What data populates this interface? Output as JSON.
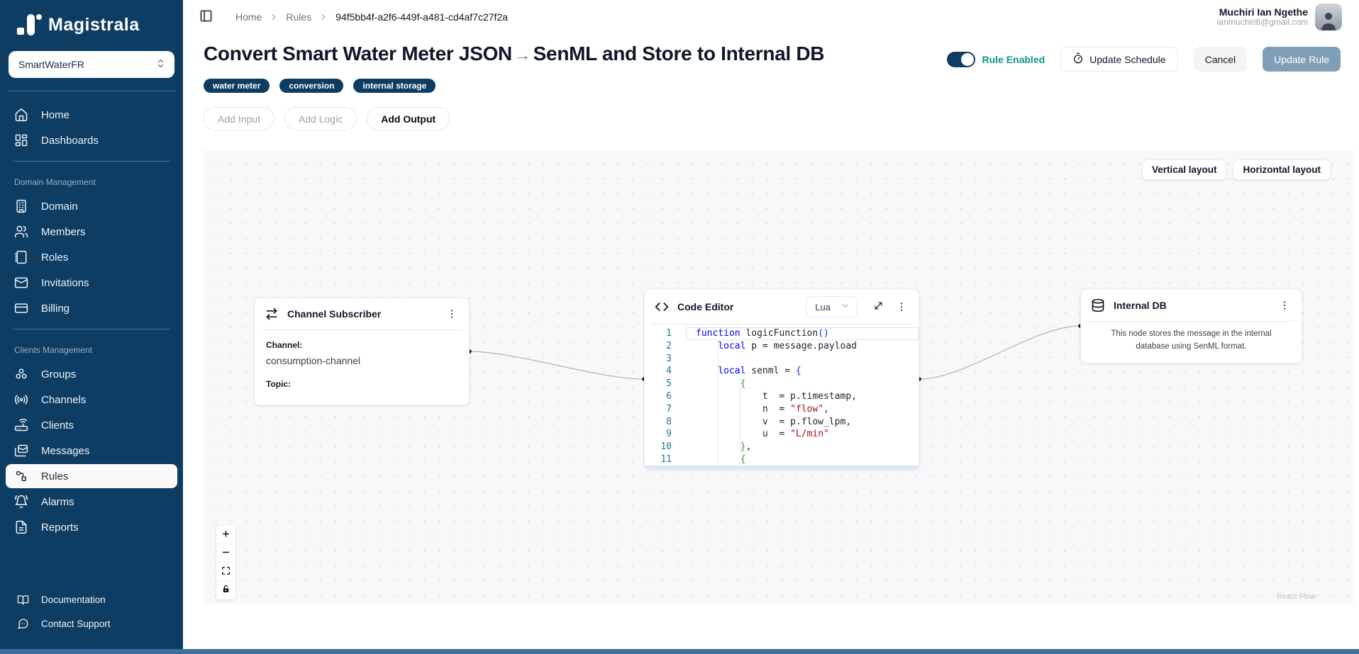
{
  "brand": {
    "name": "Magistrala"
  },
  "workspace": {
    "selected": "SmartWaterFR"
  },
  "colors": {
    "navy": "#0d3d63",
    "teal": "#0d9488",
    "primary_muted": "#7f9fb8",
    "strip": "#3c6f9d",
    "edge": "#b1b1b7",
    "handle": "#1a192b"
  },
  "sidebar": {
    "sections": [
      {
        "label": "",
        "items": [
          {
            "label": "Home",
            "icon": "home",
            "active": false
          },
          {
            "label": "Dashboards",
            "icon": "dashboards",
            "active": false
          }
        ]
      },
      {
        "label": "Domain Management",
        "items": [
          {
            "label": "Domain",
            "icon": "building",
            "active": false
          },
          {
            "label": "Members",
            "icon": "users",
            "active": false
          },
          {
            "label": "Roles",
            "icon": "notebook",
            "active": false
          },
          {
            "label": "Invitations",
            "icon": "mail",
            "active": false
          },
          {
            "label": "Billing",
            "icon": "credit-card",
            "active": false
          }
        ]
      },
      {
        "label": "Clients Management",
        "items": [
          {
            "label": "Groups",
            "icon": "groups",
            "active": false
          },
          {
            "label": "Channels",
            "icon": "radio",
            "active": false
          },
          {
            "label": "Clients",
            "icon": "router",
            "active": false
          },
          {
            "label": "Messages",
            "icon": "mails",
            "active": false
          },
          {
            "label": "Rules",
            "icon": "workflow",
            "active": true
          },
          {
            "label": "Alarms",
            "icon": "bell",
            "active": false
          },
          {
            "label": "Reports",
            "icon": "file-text",
            "active": false
          }
        ]
      }
    ],
    "footer_items": [
      {
        "label": "Documentation",
        "icon": "book-open"
      },
      {
        "label": "Contact Support",
        "icon": "message-circle"
      }
    ]
  },
  "header": {
    "breadcrumb": [
      "Home",
      "Rules",
      "94f5bb4f-a2f6-449f-a481-cd4af7c27f2a"
    ],
    "user": {
      "name": "Muchiri Ian Ngethe",
      "email": "ianmuchiri8@gmail.com"
    }
  },
  "rule": {
    "title_main": "Convert Smart Water Meter JSON",
    "title_arrow": "→",
    "title_rest": "SenML and Store to Internal DB",
    "tags": [
      "water meter",
      "conversion",
      "internal storage"
    ],
    "enabled_label": "Rule Enabled",
    "update_schedule_label": "Update Schedule",
    "cancel_label": "Cancel",
    "update_rule_label": "Update Rule",
    "add_buttons": [
      {
        "label": "Add Input",
        "enabled": false
      },
      {
        "label": "Add Logic",
        "enabled": false
      },
      {
        "label": "Add Output",
        "enabled": true
      }
    ]
  },
  "canvas": {
    "layout_buttons": [
      "Vertical layout",
      "Horizontal layout"
    ],
    "attribution": "React Flow",
    "channel_node": {
      "title": "Channel Subscriber",
      "channel_label": "Channel:",
      "channel_value": "consumption-channel",
      "topic_label": "Topic:"
    },
    "code_node": {
      "title": "Code Editor",
      "language": "Lua",
      "lines": [
        {
          "n": 1,
          "current": true,
          "tokens": [
            [
              "kw",
              "function"
            ],
            [
              "pl",
              " logicFunction"
            ],
            [
              "b1",
              "()"
            ]
          ]
        },
        {
          "n": 2,
          "tokens": [
            [
              "pl",
              "    "
            ],
            [
              "kw",
              "local"
            ],
            [
              "pl",
              " p = message.payload"
            ]
          ]
        },
        {
          "n": 3,
          "tokens": []
        },
        {
          "n": 4,
          "tokens": [
            [
              "pl",
              "    "
            ],
            [
              "kw",
              "local"
            ],
            [
              "pl",
              " senml = "
            ],
            [
              "b1",
              "{"
            ]
          ]
        },
        {
          "n": 5,
          "tokens": [
            [
              "pl",
              "        "
            ],
            [
              "b2",
              "{"
            ]
          ]
        },
        {
          "n": 6,
          "tokens": [
            [
              "pl",
              "            t  = p.timestamp,"
            ]
          ]
        },
        {
          "n": 7,
          "tokens": [
            [
              "pl",
              "            n  = "
            ],
            [
              "str",
              "\"flow\""
            ],
            [
              "pl",
              ","
            ]
          ]
        },
        {
          "n": 8,
          "tokens": [
            [
              "pl",
              "            v  = p.flow_lpm,"
            ]
          ]
        },
        {
          "n": 9,
          "tokens": [
            [
              "pl",
              "            u  = "
            ],
            [
              "str",
              "\"L/min\""
            ]
          ]
        },
        {
          "n": 10,
          "tokens": [
            [
              "pl",
              "        "
            ],
            [
              "b2",
              "}"
            ],
            [
              "pl",
              ","
            ]
          ]
        },
        {
          "n": 11,
          "tokens": [
            [
              "pl",
              "        "
            ],
            [
              "b2",
              "{"
            ]
          ]
        }
      ]
    },
    "db_node": {
      "title": "Internal DB",
      "description": "This node stores the message in the internal database using SenML format."
    }
  }
}
